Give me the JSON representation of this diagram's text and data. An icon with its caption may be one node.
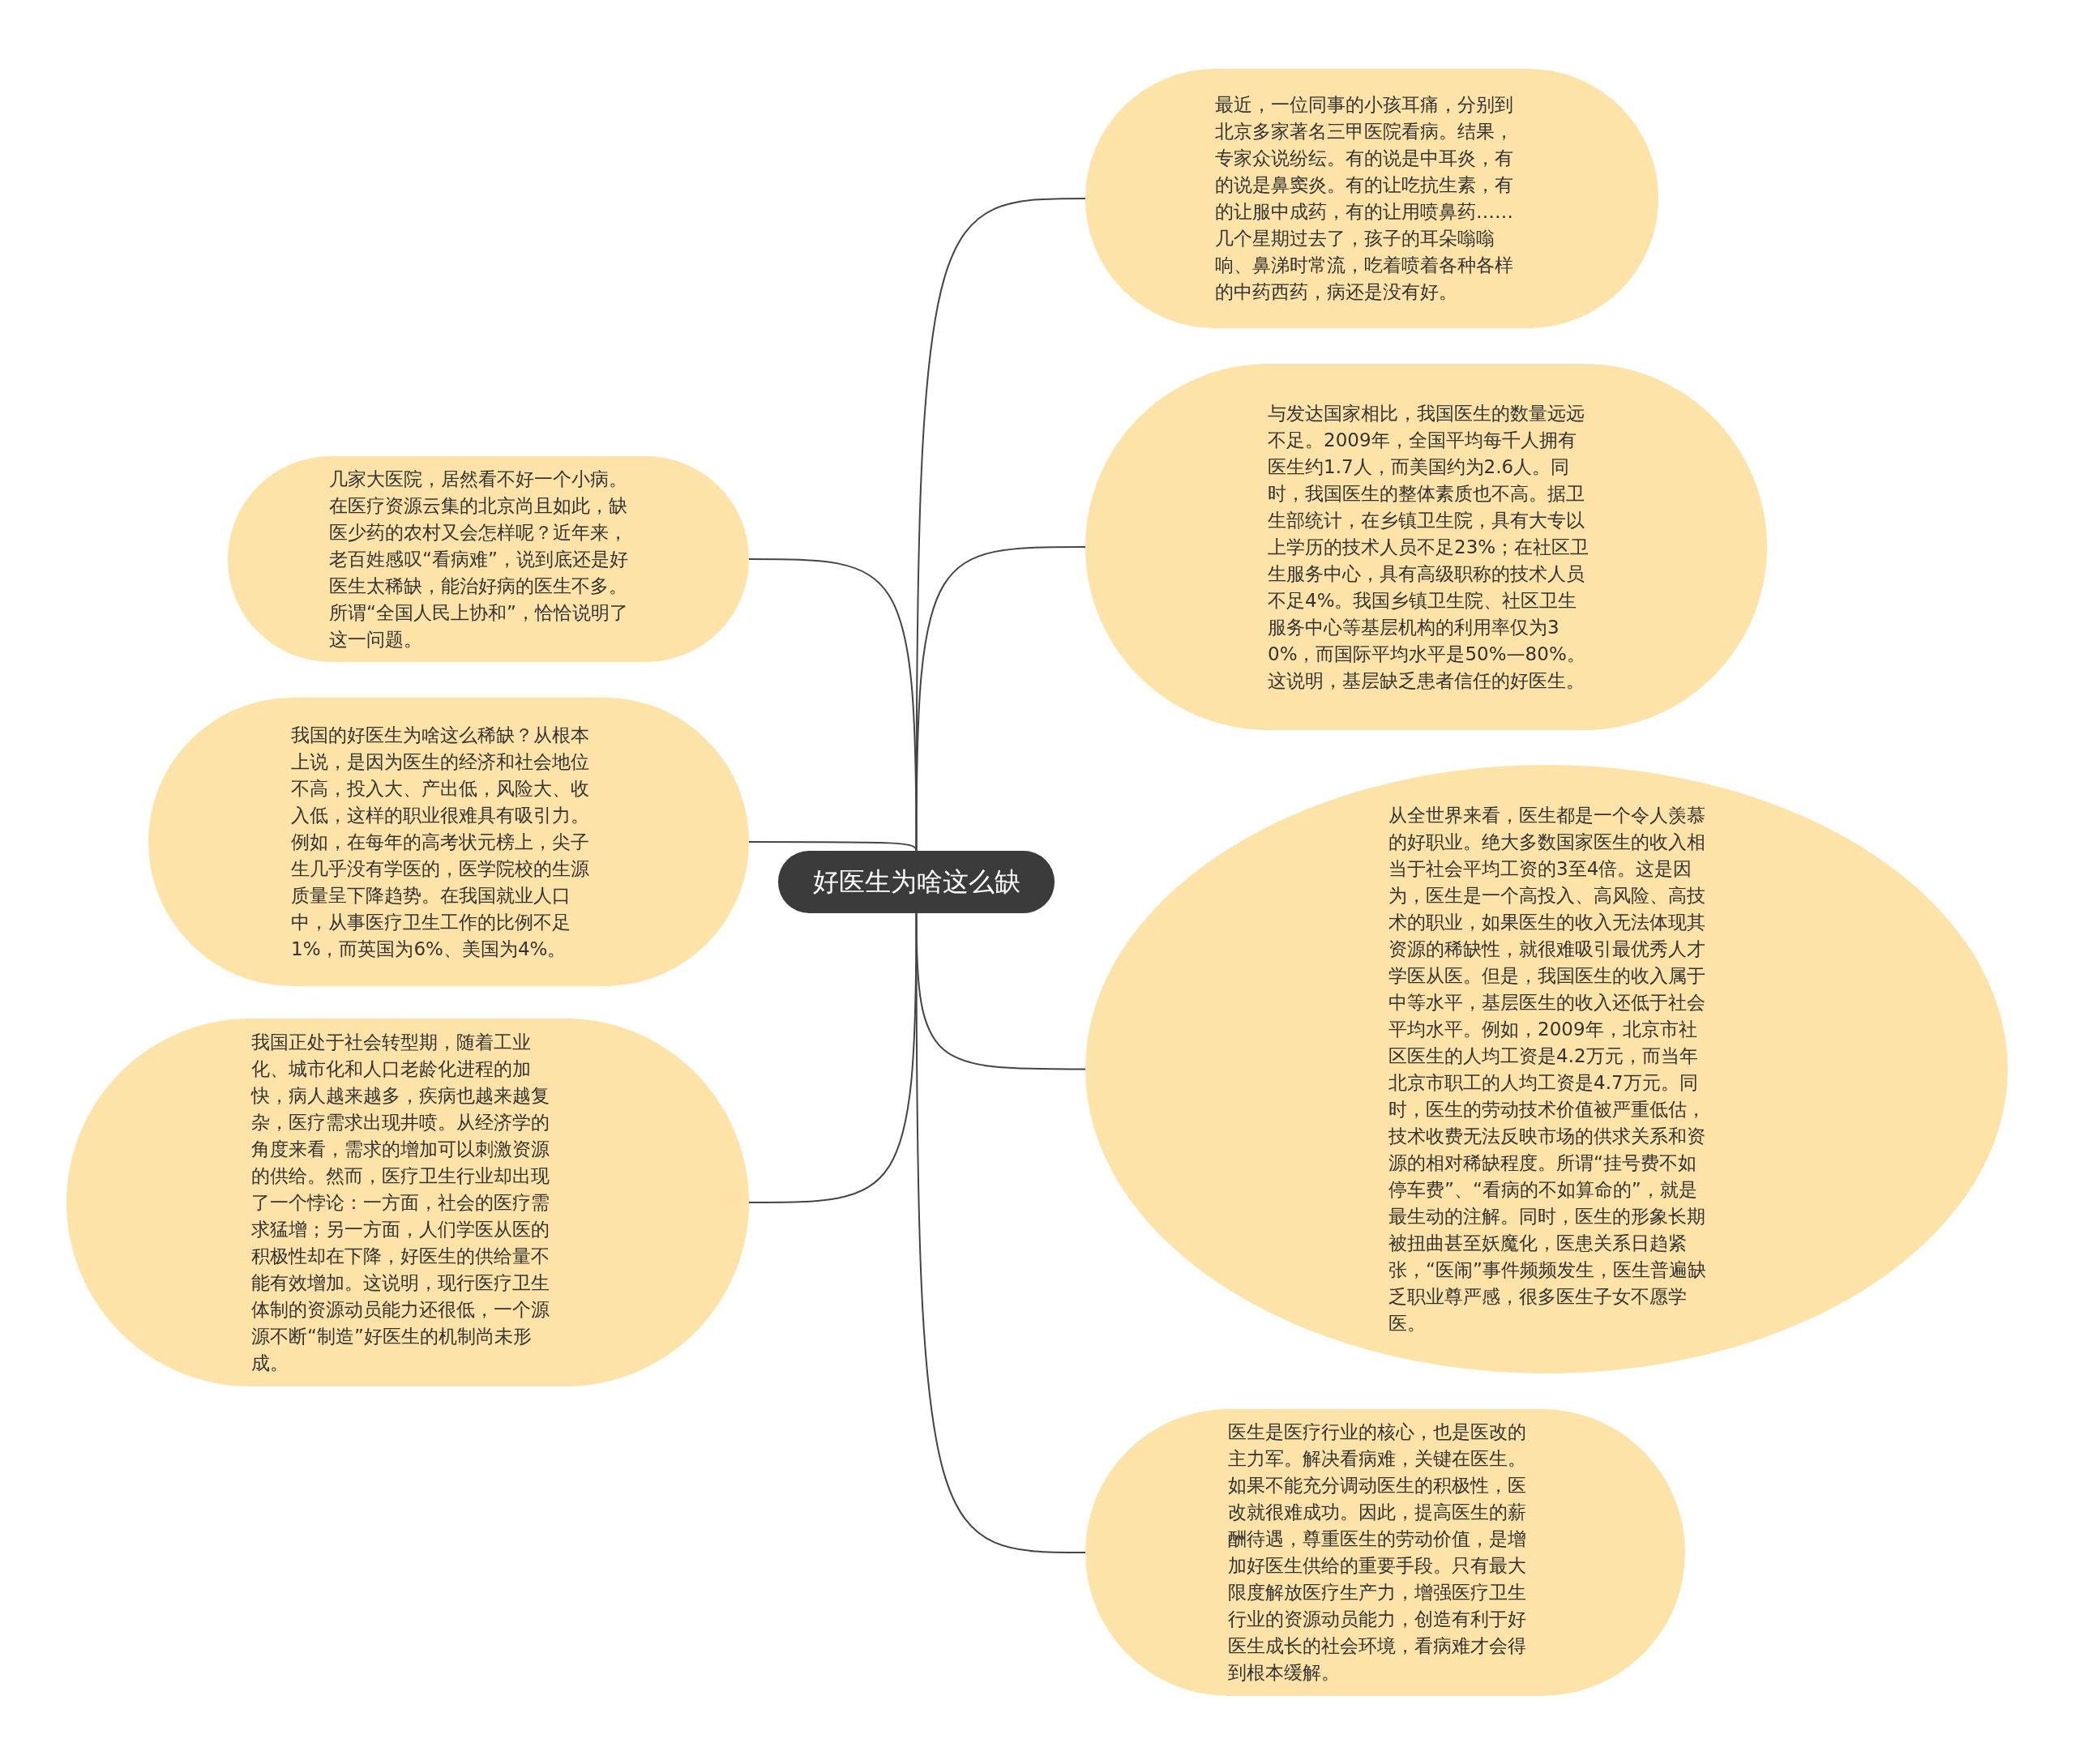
{
  "diagram": {
    "nodes": [
      {
        "text": [
          "好医生为啥这么缺"
        ]
      },
      {
        "text": [
          "最近，一位同事的小孩耳痛，分别到北京多家著名三甲医院看病。结果，专家众说纷纭。有的说是中耳炎，有的说是鼻窦炎。有的让吃抗生素，有的让服中成药，有的让用喷鼻药……几个星期过去了，孩子的耳朵嗡嗡响、鼻涕时常流，吃着喷着各种各样的中药西药，病还是没有好。"
        ]
      },
      {
        "text": [
          "与发达国家相比，我国医生的数量远远不足。2009年，全国平均每千人拥有医生约1.7人，而美国约为2.6人。同时，我国医生的整体素质也不高。据卫生部统计，在乡镇卫生院，具有大专以上学历的技术人员不足23%；在社区卫生服务中心，具有高级职称的技术人员不足4%。我国乡镇卫生院、社区卫生服务中心等基层机构的利用率仅为30%，而国际平均水平是50%—80%。这说明，基层缺乏患者信任的好医生。"
        ]
      },
      {
        "text": [
          "从全世界来看，医生都是一个令人羡慕的好职业。绝大多数国家医生的收入相当于社会平均工资的3至4倍。这是因为，医生是一个高投入、高风险、高技术的职业，如果医生的收入无法体现其资源的稀缺性，就很难吸引最优秀人才学医从医。但是，我国医生的收入属于中等水平，基层医生的收入还低于社会平均水平。例如，2009年，北京市社区医生的人均工资是4.2万元，而当年北京市职工的人均工资是4.7万元。同时，医生的劳动技术价值被严重低估，技术收费无法反映市场的供求关系和资源的相对稀缺程度。所谓“挂号费不如停车费”、“看病的不如算命的”，就是最生动的注解。同时，医生的形象长期被扭曲甚至妖魔化，医患关系日趋紧张，“医闹”事件频频发生，医生普遍缺乏职业尊严感，很多医生子女不愿学医。"
        ]
      },
      {
        "text": [
          "医生是医疗行业的核心，也是医改的主力军。解决看病难，关键在医生。如果不能充分调动医生的积极性，医改就很难成功。因此，提高医生的薪酬待遇，尊重医生的劳动价值，是增加好医生供给的重要手段。只有最大限度解放医疗生产力，增强医疗卫生行业的资源动员能力，创造有利于好医生成长的社会环境，看病难才会得到根本缓解。"
        ]
      },
      {
        "text": [
          "几家大医院，居然看不好一个小病。在医疗资源云集的北京尚且如此，缺医少药的农村又会怎样呢？近年来，老百姓感叹“看病难”，说到底还是好医生太稀缺，能治好病的医生不多。所谓“全国人民上协和”，恰恰说明了这一问题。"
        ]
      },
      {
        "text": [
          "我国的好医生为啥这么稀缺？从根本上说，是因为医生的经济和社会地位不高，投入大、产出低，风险大、收入低，这样的职业很难具有吸引力。例如，在每年的高考状元榜上，尖子生几乎没有学医的，医学院校的生源质量呈下降趋势。在我国就业人口中，从事医疗卫生工作的比例不足1%，而英国为6%、美国为4%。"
        ]
      },
      {
        "text": [
          "我国正处于社会转型期，随着工业化、城市化和人口老龄化进程的加快，病人越来越多，疾病也越来越复杂，医疗需求出现井喷。从经济学的角度来看，需求的增加可以刺激资源的供给。然而，医疗卫生行业却出现了一个悖论：一方面，社会的医疗需求猛增；另一方面，人们学医从医的积极性却在下降，好医生的供给量不能有效增加。这说明，现行医疗卫生体制的资源动员能力还很低，一个源源不断“制造”好医生的机制尚未形成。"
        ]
      }
    ],
    "edges": [
      {
        "from": 0,
        "to": 1,
        "arrow": "none"
      },
      {
        "from": 0,
        "to": 2,
        "arrow": "none"
      },
      {
        "from": 0,
        "to": 3,
        "arrow": "none"
      },
      {
        "from": 0,
        "to": 4,
        "arrow": "none"
      },
      {
        "from": 0,
        "to": 5,
        "arrow": "none"
      },
      {
        "from": 0,
        "to": 6,
        "arrow": "none"
      },
      {
        "from": 0,
        "to": 7,
        "arrow": "none"
      }
    ]
  }
}
